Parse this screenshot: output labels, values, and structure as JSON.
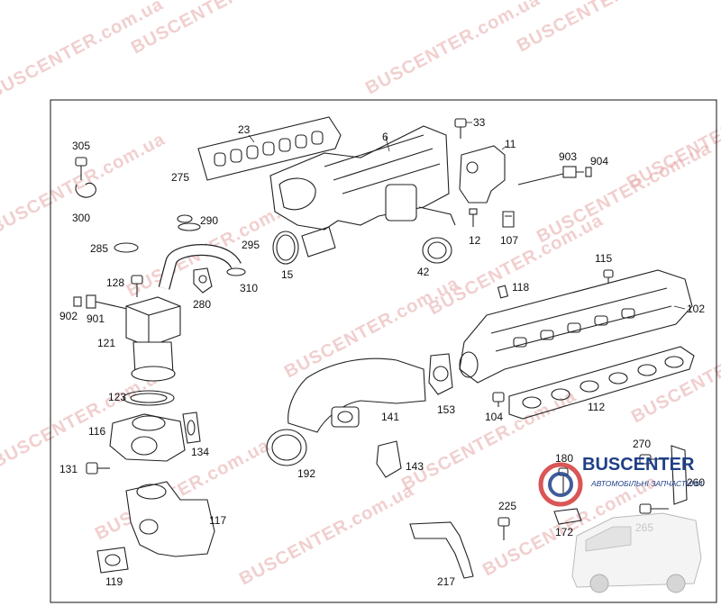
{
  "watermark": {
    "text": "BUSCENTER.com.ua",
    "color": "#e7a8a8"
  },
  "logo": {
    "word": "BUSCENTER",
    "subtitle": "АВТОМОБІЛЬНІ ЗАПЧАСТИНИ",
    "color": "#1f3f87"
  },
  "part_numbers": {
    "p23": "23",
    "p6": "6",
    "p33": "33",
    "p11": "11",
    "p903": "903",
    "p904": "904",
    "p305": "305",
    "p275": "275",
    "p300": "300",
    "p290": "290",
    "p285": "285",
    "p295": "295",
    "p12": "12",
    "p107": "107",
    "p15": "15",
    "p42": "42",
    "p115": "115",
    "p128": "128",
    "p310": "310",
    "p280": "280",
    "p118": "118",
    "p902": "902",
    "p901": "901",
    "p102": "102",
    "p121": "121",
    "p123": "123",
    "p153": "153",
    "p141": "141",
    "p104": "104",
    "p112": "112",
    "p116": "116",
    "p134": "134",
    "p270": "270",
    "p131": "131",
    "p192": "192",
    "p143": "143",
    "p180": "180",
    "p260": "260",
    "p117": "117",
    "p225": "225",
    "p172": "172",
    "p265": "265",
    "p119": "119",
    "p217": "217"
  }
}
